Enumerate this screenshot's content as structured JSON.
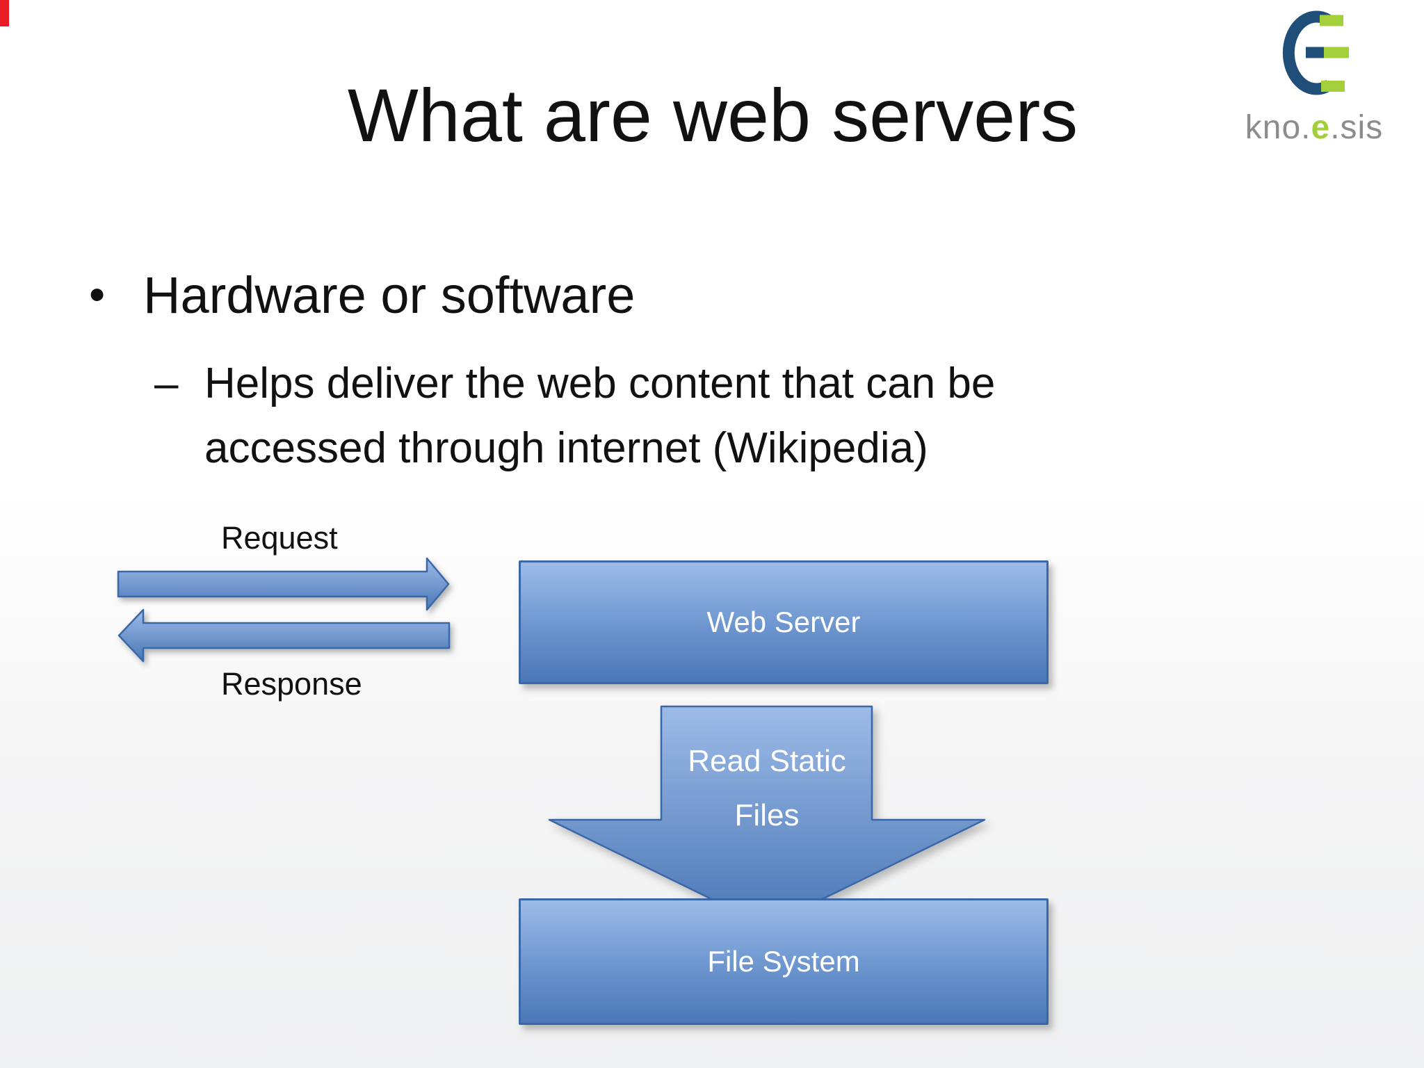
{
  "slide": {
    "title": "What are web servers",
    "logo": {
      "parts": [
        "kno.",
        "e",
        ".sis"
      ]
    },
    "bullets": {
      "main_marker": "•",
      "main": "Hardware or software",
      "sub_marker": "–",
      "sub_lines": [
        "Helps deliver the web content that can be",
        "accessed through internet (Wikipedia)"
      ]
    },
    "diagram": {
      "request_label": "Request",
      "response_label": "Response",
      "web_server_label": "Web Server",
      "read_arrow_lines": [
        "Read Static",
        "Files"
      ],
      "file_system_label": "File System"
    },
    "colors": {
      "accent_red": "#e81c24",
      "shape_blue_light": "#9dbbe7",
      "shape_blue_mid": "#6e97d0",
      "shape_blue_dark": "#4a77b6",
      "shape_border": "#3a67a8",
      "logo_navy": "#1f4e79",
      "logo_green": "#a3cf3b",
      "logo_text_gray": "#8c8c8c",
      "text_black": "#111111"
    }
  }
}
